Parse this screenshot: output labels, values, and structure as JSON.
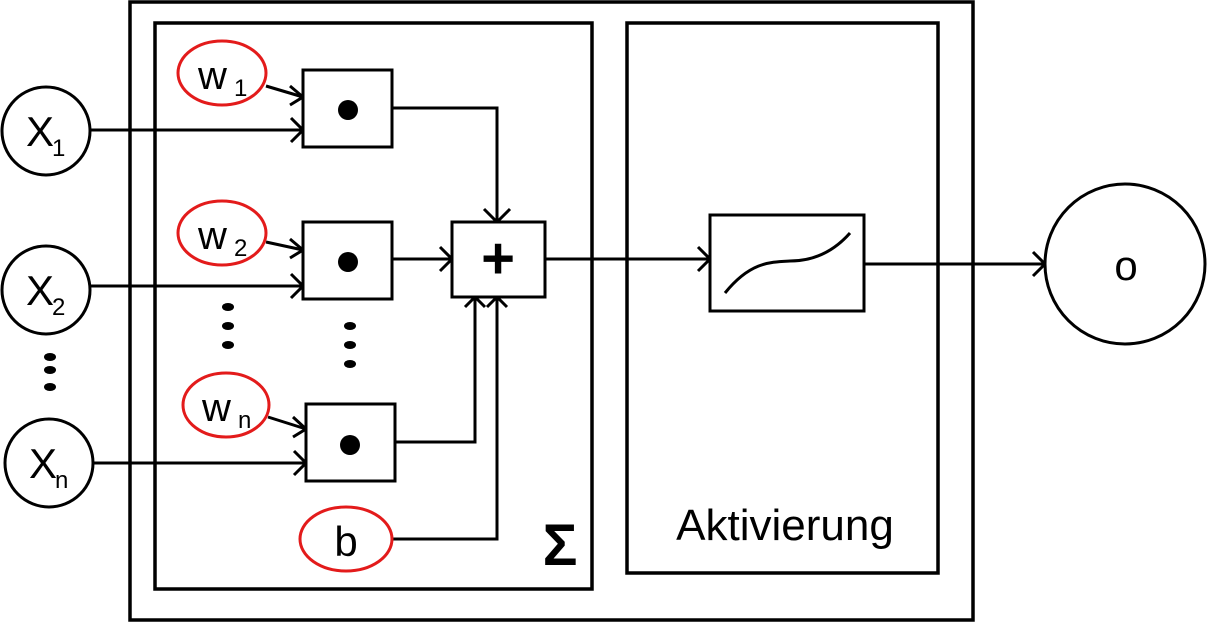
{
  "diagram": {
    "title": "Perceptron / artificial neuron",
    "inputs": [
      {
        "label": "X",
        "sub": "1"
      },
      {
        "label": "X",
        "sub": "2"
      },
      {
        "label": "X",
        "sub": "n"
      }
    ],
    "weights": [
      {
        "label": "w",
        "sub": "1"
      },
      {
        "label": "w",
        "sub": "2"
      },
      {
        "label": "w",
        "sub": "n"
      }
    ],
    "bias": {
      "label": "b"
    },
    "multiply_symbol": "•",
    "sum_symbol": "+",
    "sum_block_label": "Σ",
    "activation_block_label": "Aktivierung",
    "output": {
      "label": "o"
    },
    "ellipsis": "⋮",
    "colors": {
      "line": "#000000",
      "parameter_outline": "#e31b1b",
      "background": "#ffffff"
    }
  }
}
